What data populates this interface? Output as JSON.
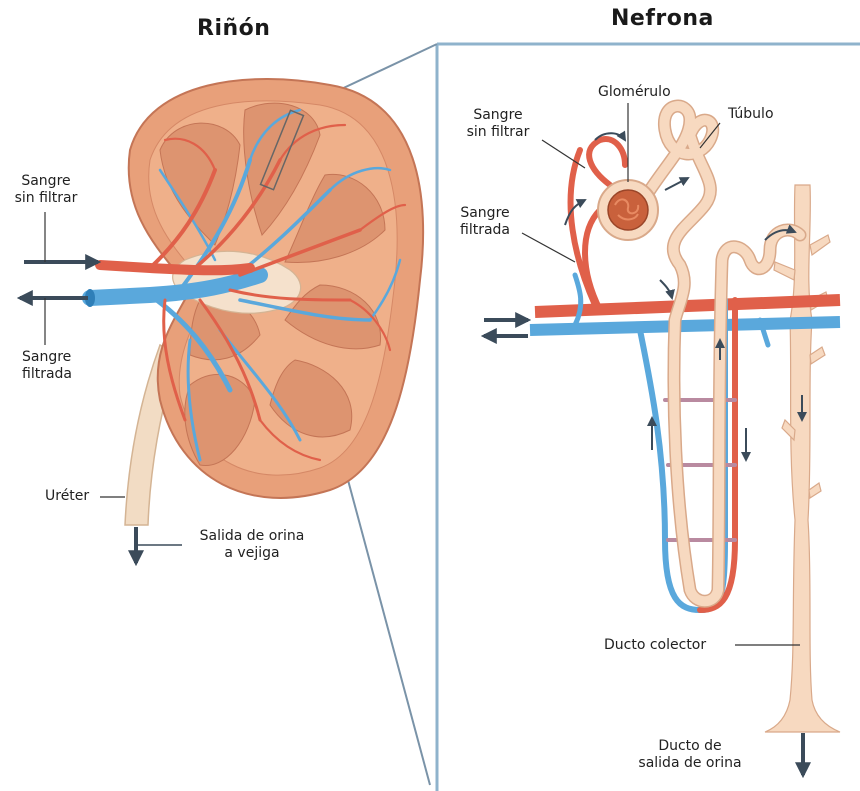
{
  "titles": {
    "kidney": "Riñón",
    "nephron": "Nefrona"
  },
  "kidney_labels": {
    "unfiltered_blood": [
      "Sangre",
      "sin filtrar"
    ],
    "filtered_blood": [
      "Sangre",
      "filtrada"
    ],
    "ureter": "Uréter",
    "urine_out": [
      "Salida de orina",
      "a vejiga"
    ]
  },
  "nephron_labels": {
    "unfiltered_blood": [
      "Sangre",
      "sin filtrar"
    ],
    "glomerulus": "Glomérulo",
    "tubule": "Túbulo",
    "filtered_blood": [
      "Sangre",
      "filtrada"
    ],
    "collecting_duct": "Ducto colector",
    "urine_duct": [
      "Ducto de",
      "salida de orina"
    ]
  },
  "colors": {
    "artery": "#e0604a",
    "vein": "#5aa8dc",
    "tubule": "#f7d9c0",
    "tubule_edge": "#d9a98a",
    "kidney_body": "#e8a07a",
    "kidney_edge": "#c47556",
    "frame": "#8fb3cc",
    "arrow": "#3b4b5a"
  }
}
